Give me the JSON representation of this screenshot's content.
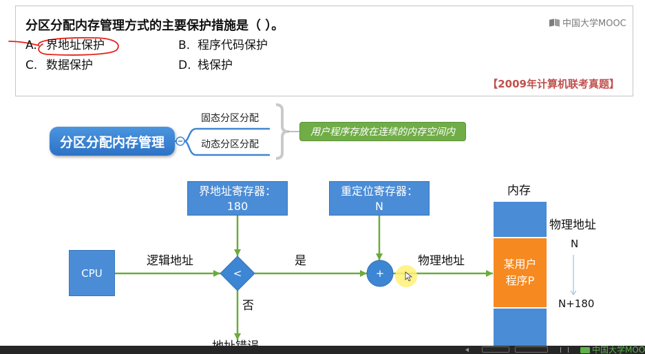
{
  "logo": {
    "text": "中国大学MOOC",
    "icon": "mooc-logo-icon"
  },
  "question": {
    "stem": "分区分配内存管理方式的主要保护措施是（   ）。",
    "options": [
      {
        "letter": "A.",
        "text": "界地址保护"
      },
      {
        "letter": "B.",
        "text": "程序代码保护"
      },
      {
        "letter": "C.",
        "text": "数据保护"
      },
      {
        "letter": "D.",
        "text": "栈保护"
      }
    ],
    "source": "【2009年计算机联考真题】"
  },
  "mindmap": {
    "root": "分区分配内存管理",
    "branches": [
      "固态分区分配",
      "动态分区分配"
    ],
    "note": "用户程序存放在连续的内存空间内",
    "icons": {
      "collapse": "collapse-minus-icon",
      "bracket": "right-brace"
    }
  },
  "flow": {
    "cpu": "CPU",
    "bound_register": {
      "title": "界地址寄存器：",
      "value": "180"
    },
    "relocation_register": {
      "title": "重定位寄存器：",
      "value": "N"
    },
    "compare_symbol": "<",
    "add_symbol": "+",
    "edges": {
      "logical": "逻辑地址",
      "yes": "是",
      "physical": "物理地址",
      "no": "否"
    },
    "error": "地址错误"
  },
  "memory": {
    "title": "内存",
    "program": [
      "某用户",
      "程序P"
    ],
    "address_label": "物理地址",
    "start": "N",
    "end": "N+180"
  },
  "player": {
    "logo_text": "中国大学MOOC",
    "icons": [
      "prev-icon",
      "fullscreen-icon",
      "mooc-logo-icon"
    ]
  },
  "colors": {
    "box_blue": "#4a8cd6",
    "node_blue": "#3d86d4",
    "arrow_green": "#6aab3c",
    "note_green": "#70ad47",
    "program_orange": "#f6891f",
    "annotation_red": "#e3211b",
    "source_red": "#c0504d",
    "bracket_gray": "#c9c9c9",
    "cursor_yellow": "#fff176",
    "range_arrow_blue": "#9fc5e8"
  }
}
